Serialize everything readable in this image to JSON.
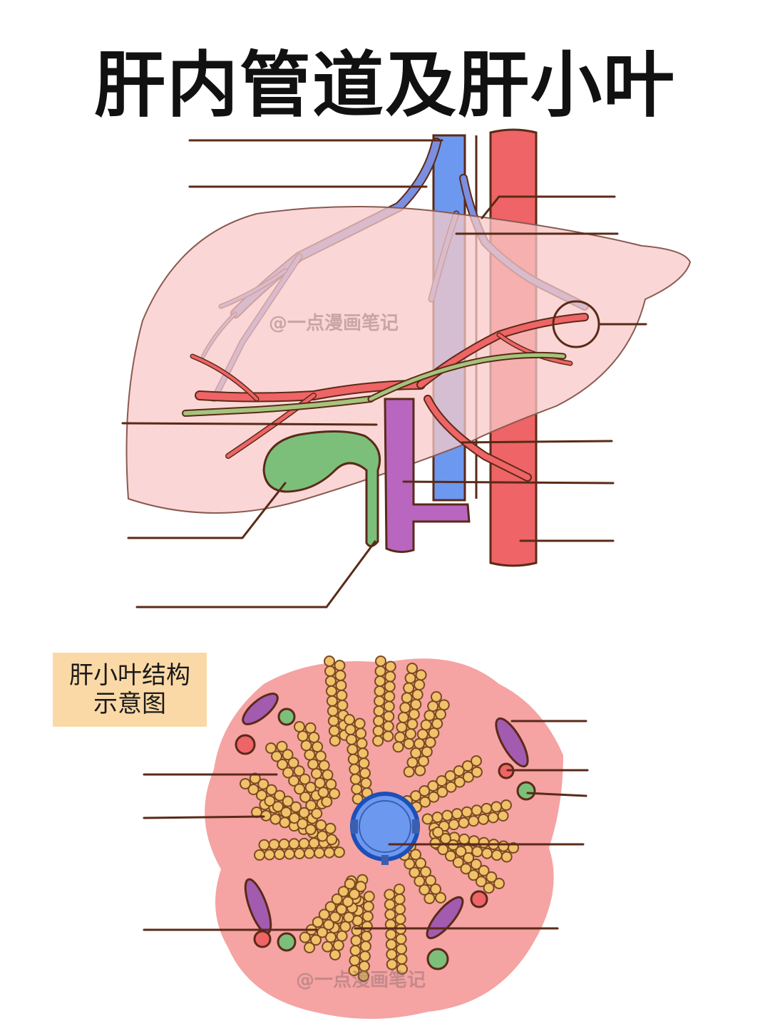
{
  "page": {
    "title": "肝内管道及肝小叶",
    "watermark": "@一点漫画笔记"
  },
  "lobule_section": {
    "label_line1": "肝小叶结构",
    "label_line2": "示意图"
  },
  "colors": {
    "liver": "#f8c9c8",
    "vein_blue": "#6d98f0",
    "artery_red": "#ef6466",
    "bile_green": "#7cbf7a",
    "portal_purple": "#b866c0",
    "lobule_bg": "#f5a3a3",
    "hepatocyte": "#f2c26b",
    "outline": "#5a2a18"
  }
}
